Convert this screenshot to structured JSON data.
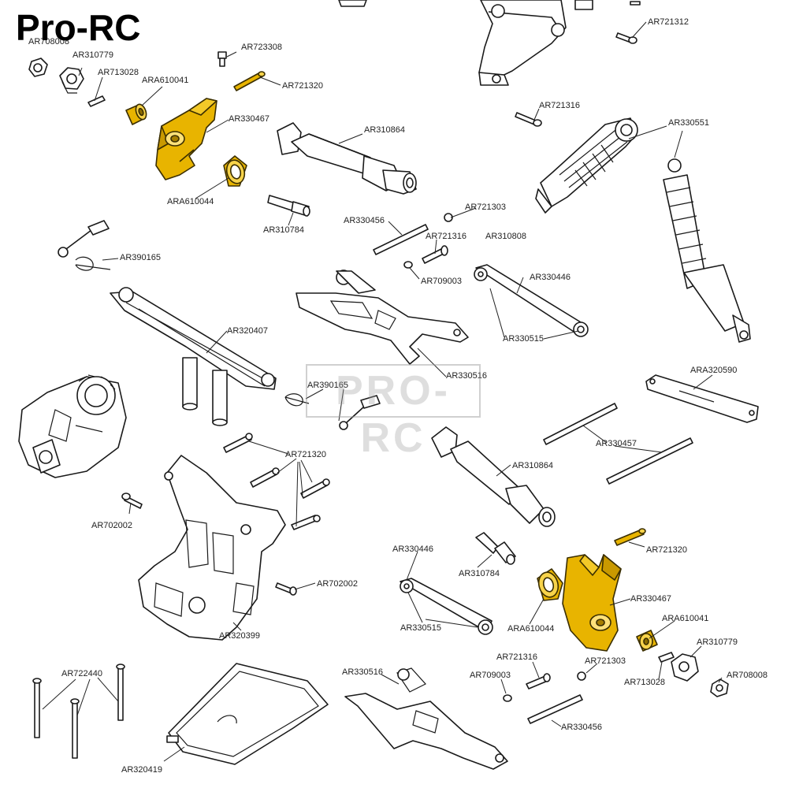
{
  "brand": "Pro-RC",
  "watermark": "PRO-RC",
  "colors": {
    "highlight": "#e8b400",
    "line": "#1a1a1a"
  },
  "labels": {
    "l_ar708008_top": "AR708008",
    "l_ar310779_top": "AR310779",
    "l_ar713028_top": "AR713028",
    "l_ara610041_top": "ARA610041",
    "l_ar723308": "AR723308",
    "l_ar721320_top": "AR721320",
    "l_ar330467_top": "AR330467",
    "l_ar310864_top": "AR310864",
    "l_ara610044_top": "ARA610044",
    "l_ar310784_top": "AR310784",
    "l_ar721312": "AR721312",
    "l_ar721316_top": "AR721316",
    "l_ar330551": "AR330551",
    "l_ar721303_top": "AR721303",
    "l_ar330456_top": "AR330456",
    "l_ar721316_mid": "AR721316",
    "l_ar310808": "AR310808",
    "l_ar709003_top": "AR709003",
    "l_ar390165_left": "AR390165",
    "l_ar330446_top": "AR330446",
    "l_ar320407": "AR320407",
    "l_ar330515_top": "AR330515",
    "l_ar330516_mid": "AR330516",
    "l_ara320590": "ARA320590",
    "l_ar390165_mid": "AR390165",
    "l_ar330457": "AR330457",
    "l_ar721320_mid": "AR721320",
    "l_ar310864_bot": "AR310864",
    "l_ar702002_left": "AR702002",
    "l_ar721320_right": "AR721320",
    "l_ar330446_bot": "AR330446",
    "l_ar310784_bot": "AR310784",
    "l_ar702002_mid": "AR702002",
    "l_ar330467_bot": "AR330467",
    "l_ar330515_bot": "AR330515",
    "l_ara610044_bot": "ARA610044",
    "l_ara610041_bot": "ARA610041",
    "l_ar320399": "AR320399",
    "l_ar721316_bot": "AR721316",
    "l_ar310779_bot": "AR310779",
    "l_ar721303_bot": "AR721303",
    "l_ar709003_bot": "AR709003",
    "l_ar708008_bot": "AR708008",
    "l_ar713028_bot": "AR713028",
    "l_ar722440": "AR722440",
    "l_ar330516_bot": "AR330516",
    "l_ar330456_bot": "AR330456",
    "l_ar320419": "AR320419"
  }
}
